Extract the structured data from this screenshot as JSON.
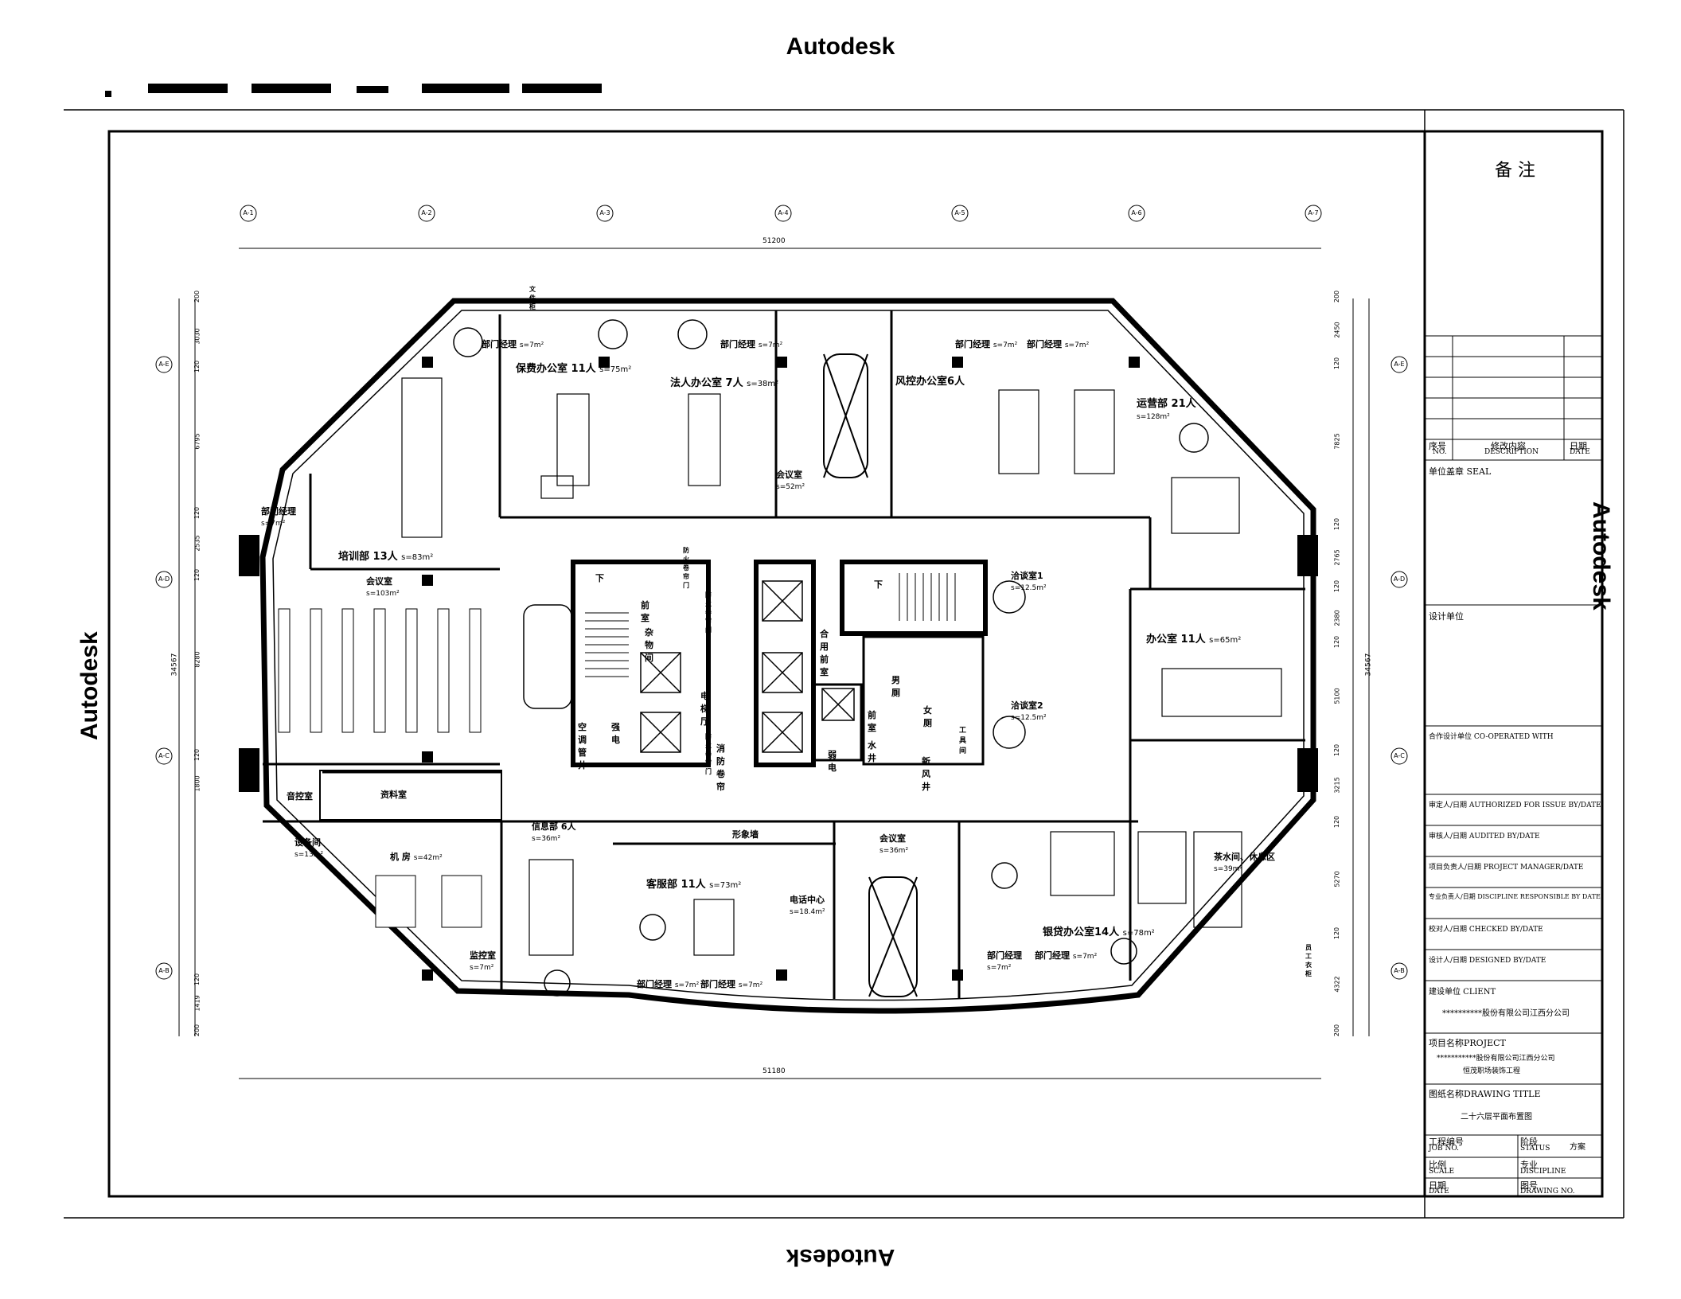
{
  "watermark": "Autodesk",
  "floorplan": {
    "rooms": [
      {
        "id": "r1",
        "name": "部门经理",
        "area": "s=7m²"
      },
      {
        "id": "r2",
        "name": "保费办公室 11人",
        "area": "s=75m²"
      },
      {
        "id": "r3",
        "name": "法人办公室 7人",
        "area": "s=38m²"
      },
      {
        "id": "r4",
        "name": "部门经理",
        "area": "s=7m²"
      },
      {
        "id": "r5",
        "name": "会议室",
        "area": "s=52m²"
      },
      {
        "id": "r6",
        "name": "风控办公室6人",
        "area": ""
      },
      {
        "id": "r7",
        "name": "部门经理",
        "area": "s=7m²"
      },
      {
        "id": "r8",
        "name": "部门经理",
        "area": "s=7m²"
      },
      {
        "id": "r9",
        "name": "运营部 21人",
        "area": "s=128m²"
      },
      {
        "id": "r10",
        "name": "部门经理",
        "area": "s=7m²"
      },
      {
        "id": "r11",
        "name": "培训部 13人",
        "area": "s=83m²"
      },
      {
        "id": "r12",
        "name": "会议室",
        "area": "s=103m²"
      },
      {
        "id": "r13",
        "name": "洽谈室1",
        "area": "s=12.5m²"
      },
      {
        "id": "r14",
        "name": "洽谈室2",
        "area": "s=12.5m²"
      },
      {
        "id": "r15",
        "name": "办公室 11人",
        "area": "s=65m²"
      },
      {
        "id": "r16",
        "name": "音控室",
        "area": ""
      },
      {
        "id": "r17",
        "name": "资料室",
        "area": ""
      },
      {
        "id": "r18",
        "name": "设备间",
        "area": "s=13m²"
      },
      {
        "id": "r19",
        "name": "机 房",
        "area": "s=42m²"
      },
      {
        "id": "r20",
        "name": "信息部 6人",
        "area": "s=36m²"
      },
      {
        "id": "r21",
        "name": "形象墙",
        "area": ""
      },
      {
        "id": "r22",
        "name": "客服部 11人",
        "area": "s=73m²"
      },
      {
        "id": "r23",
        "name": "会议室",
        "area": "s=36m²"
      },
      {
        "id": "r24",
        "name": "茶水间、休息区",
        "area": "s=39m²"
      },
      {
        "id": "r25",
        "name": "监控室",
        "area": "s=7m²"
      },
      {
        "id": "r26",
        "name": "部门经理",
        "area": "s=7m²"
      },
      {
        "id": "r27",
        "name": "部门经理",
        "area": "s=7m²"
      },
      {
        "id": "r28",
        "name": "银贷办公室14人",
        "area": "s=78m²"
      },
      {
        "id": "r29",
        "name": "部门经理",
        "area": "s=7m²"
      },
      {
        "id": "r30",
        "name": "部门经理",
        "area": "s=7m²"
      },
      {
        "id": "r31",
        "name": "电话中心",
        "area": "s=18.4m²"
      }
    ],
    "core_labels": [
      "前室",
      "杂物间",
      "电梯厅",
      "合用前室",
      "空调管井",
      "强电",
      "消防卷帘",
      "弱电",
      "水井",
      "新风井",
      "男厕",
      "女厕",
      "前室",
      "工具间",
      "下",
      "下",
      "防火卷帘门",
      "防火卷帘门",
      "防火卷帘门",
      "员工衣柜",
      "文件柜"
    ],
    "grid_top": [
      "A-1",
      "A-2",
      "A-3",
      "A-4",
      "A-5",
      "A-6",
      "A-7"
    ],
    "grid_side": [
      "A-E",
      "A-D",
      "A-C",
      "A-B"
    ],
    "dim_total_top": "51200",
    "dim_total_bottom": "51180",
    "dim_left": [
      "200",
      "3030",
      "120",
      "6795",
      "120",
      "2535",
      "120",
      "8280",
      "120",
      "1800",
      "120",
      "1419",
      "200"
    ],
    "dim_left_total": "34567",
    "dim_right": [
      "200",
      "2450",
      "120",
      "7825",
      "120",
      "2765",
      "120",
      "2380",
      "120",
      "5100",
      "120",
      "3215",
      "120",
      "5270",
      "120",
      "4322",
      "200"
    ],
    "dim_right_total": "34567"
  },
  "title_block": {
    "remarks": "备 注",
    "seq_no": "序号",
    "seq_no_en": "NO.",
    "revision": "修改内容",
    "revision_en": "DESCRIPTION",
    "date": "日期",
    "date_en": "DATE",
    "seal": "单位盖章 SEAL",
    "design_unit": "设计单位",
    "co_designer": "合作设计单位    CO-OPERATED WITH",
    "authorized": "审定人/日期 AUTHORIZED FOR ISSUE BY/DATE",
    "audited": "审核人/日期 AUDITED BY/DATE",
    "project_manager": "项目负责人/日期 PROJECT MANAGER/DATE",
    "discipline_resp": "专业负责人/日期 DISCIPLINE RESPONSIBLE BY DATE",
    "checked": "校对人/日期 CHECKED BY/DATE",
    "designed": "设计人/日期 DESIGNED BY/DATE",
    "client_label": "建设单位  CLIENT",
    "client_value": "**********股份有限公司江西分公司",
    "project_label": "项目名称PROJECT",
    "project_value_1": "***********股份有限公司江西分公司",
    "project_value_2": "恒茂职场装饰工程",
    "drawing_title_label": "图纸名称DRAWING TITLE",
    "drawing_title_value": "二十六层平面布置图",
    "job_no": "工程编号",
    "job_no_en": "JOB NO.",
    "status": "阶段",
    "status_en": "STATUS",
    "status_value": "方案",
    "scale": "比例",
    "scale_en": "SCALE",
    "discipline": "专业",
    "discipline_en": "DISCIPLINE",
    "date2": "日期",
    "date2_en": "DATE",
    "drawing_no": "图号",
    "drawing_no_en": "DRAWING NO."
  }
}
